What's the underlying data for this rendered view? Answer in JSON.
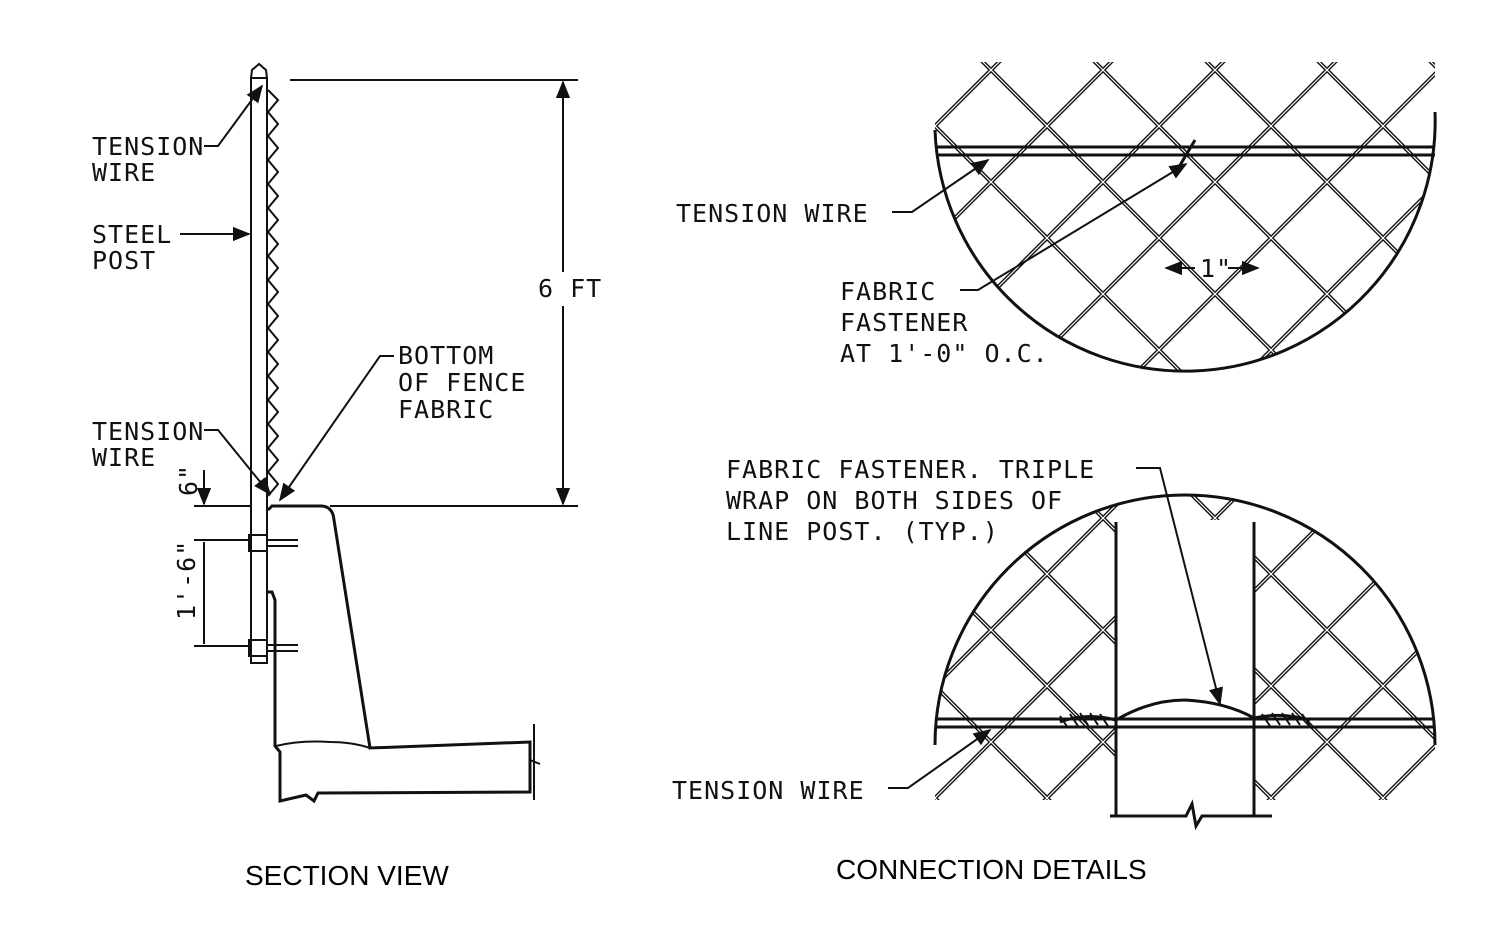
{
  "section_view": {
    "caption": "SECTION VIEW",
    "tension_wire_top": [
      "TENSION",
      "WIRE"
    ],
    "steel_post": [
      "STEEL",
      "POST"
    ],
    "height_dim": "6 FT",
    "bottom_of_fabric": [
      "BOTTOM",
      "OF FENCE",
      "FABRIC"
    ],
    "tension_wire_bottom": [
      "TENSION",
      "WIRE"
    ],
    "dim_6in": "6\"",
    "dim_1ft6in": "1'-6\""
  },
  "connection_details": {
    "caption": "CONNECTION DETAILS",
    "top_detail": {
      "tension_wire": "TENSION WIRE",
      "fabric_fastener": [
        "FABRIC",
        "FASTENER",
        "AT 1'-0\" O.C."
      ],
      "mesh_dim": "1\""
    },
    "bottom_detail": {
      "fastener_note": [
        "FABRIC FASTENER. TRIPLE",
        "WRAP ON BOTH SIDES OF",
        "LINE POST. (TYP.)"
      ],
      "tension_wire": "TENSION WIRE"
    }
  },
  "colors": {
    "line": "#111111",
    "background": "#ffffff"
  }
}
